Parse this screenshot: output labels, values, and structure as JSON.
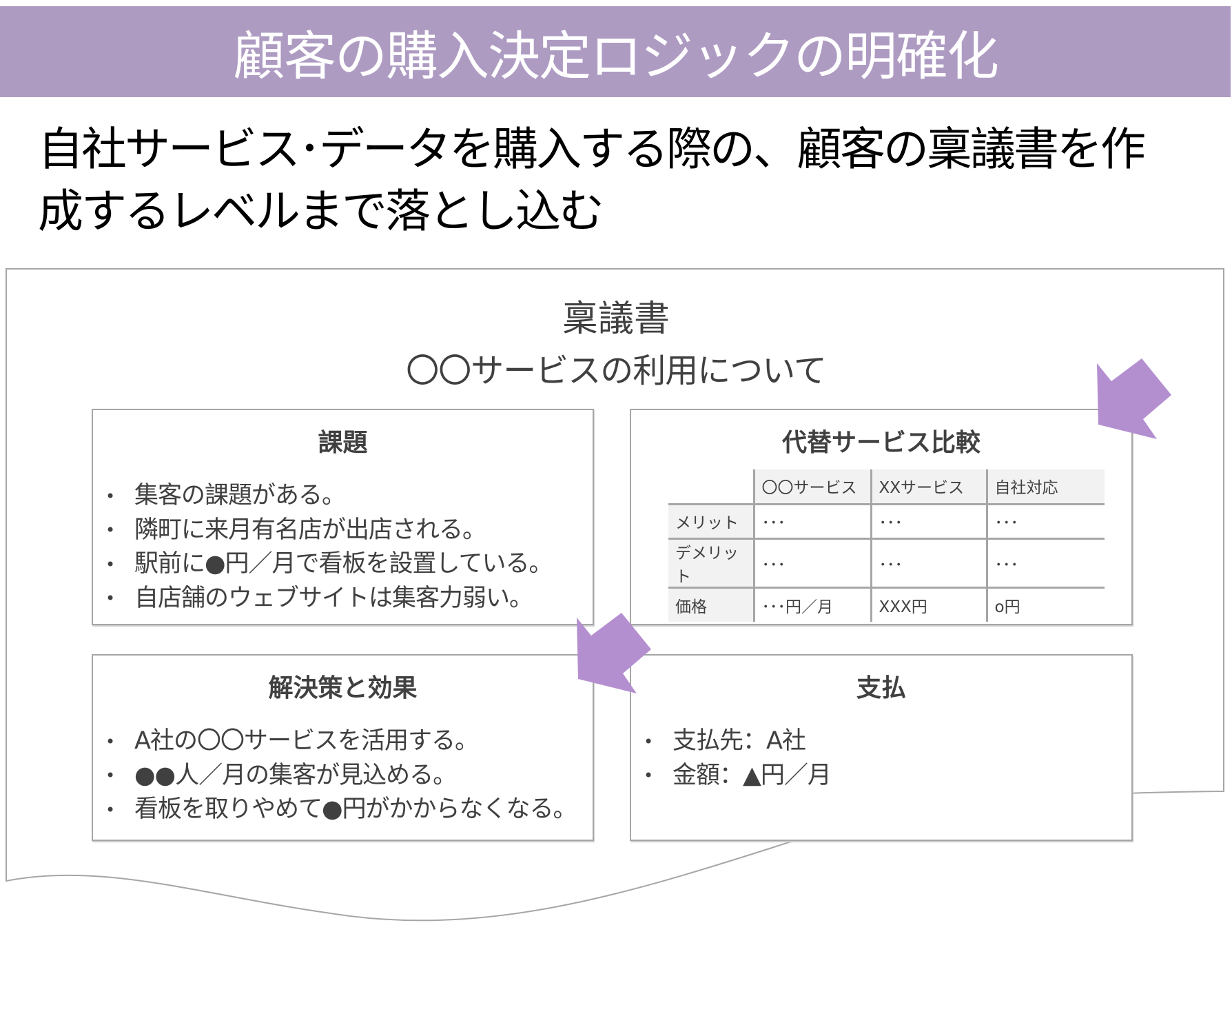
{
  "header": {
    "title": "顧客の購入決定ロジックの明確化"
  },
  "subtitle": {
    "line1": "自社サービス･データを購入する際の、顧客の稟議書を作",
    "line2": "成するレベルまで落とし込む"
  },
  "document": {
    "title": "稟議書",
    "subject": "〇〇サービスの利用について",
    "issues": {
      "title": "課題",
      "items": [
        "集客の課題がある。",
        "隣町に来月有名店が出店される。",
        "駅前に●円／月で看板を設置している。",
        "自店舗のウェブサイトは集客力弱い。"
      ]
    },
    "comparison": {
      "title": "代替サービス比較",
      "columns": [
        "",
        "〇〇サービス",
        "XXサービス",
        "自社対応"
      ],
      "rows": [
        [
          "メリット",
          "･･･",
          "･･･",
          "･･･"
        ],
        [
          "デメリット",
          "･･･",
          "･･･",
          "･･･"
        ],
        [
          "価格",
          "･･･円／月",
          "XXX円",
          "o円"
        ]
      ]
    },
    "solution": {
      "title": "解決策と効果",
      "items": [
        "A社の〇〇サービスを活用する。",
        "●●人／月の集客が見込める。",
        "看板を取りやめて●円がかからなくなる。"
      ]
    },
    "payment": {
      "title": "支払",
      "items": [
        "支払先：A社",
        "金額：▲円／月"
      ]
    },
    "bullet": "•"
  },
  "colors": {
    "band": "#ae9bc2",
    "arrow": "#b48fd0",
    "border": "#a6a6a6",
    "text": "#404040"
  }
}
